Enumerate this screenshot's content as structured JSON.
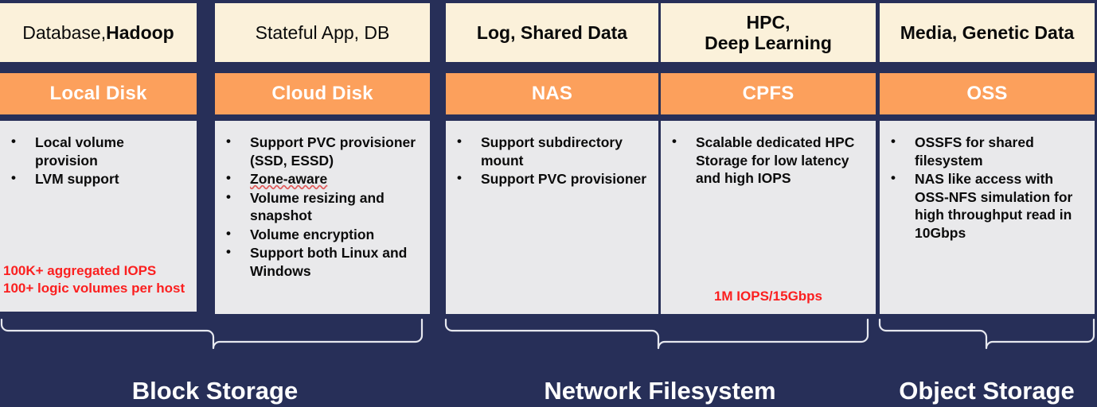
{
  "colors": {
    "background_navy": "#272f58",
    "header_cream": "#fbf1da",
    "product_orange": "#fca05c",
    "panel_gray": "#e9e9eb",
    "metric_red": "#fb1f1f",
    "text_dark": "#0b0b0b",
    "text_white": "#ffffff"
  },
  "columns": [
    {
      "usecase": "Database, Hadoop",
      "usecase_plain": "Database, ",
      "usecase_bold": "Hadoop",
      "usecase_style": "mixed",
      "product": "Local Disk",
      "features": [
        "Local volume provision",
        "LVM support"
      ],
      "metrics": [
        "100K+ aggregated IOPS",
        "100+ logic volumes per host"
      ]
    },
    {
      "usecase": "Stateful App, DB",
      "usecase_style": "regular",
      "product": "Cloud Disk",
      "features": [
        "Support PVC provisioner (SSD, ESSD)",
        "Zone-aware",
        "Volume resizing and snapshot",
        "Volume encryption",
        "Support both Linux and Windows"
      ],
      "spellcheck_item": "Zone-aware",
      "metrics": []
    },
    {
      "usecase": "Log, Shared Data",
      "usecase_style": "bold",
      "product": "NAS",
      "features": [
        "Support subdirectory mount",
        "Support PVC provisioner"
      ],
      "metrics": []
    },
    {
      "usecase": "HPC,\nDeep Learning",
      "usecase_line1": "HPC,",
      "usecase_line2": "Deep Learning",
      "usecase_style": "bold",
      "product": "CPFS",
      "features": [
        "Scalable dedicated HPC Storage for low latency and high IOPS"
      ],
      "metrics": [
        "1M IOPS/15Gbps"
      ]
    },
    {
      "usecase": "Media, Genetic Data",
      "usecase_style": "bold",
      "product": "OSS",
      "features": [
        "OSSFS for shared filesystem",
        "NAS like access with OSS-NFS simulation for high throughput read in 10Gbps"
      ],
      "metrics": []
    }
  ],
  "categories": [
    {
      "label": "Block Storage"
    },
    {
      "label": "Network Filesystem"
    },
    {
      "label": "Object Storage"
    }
  ]
}
